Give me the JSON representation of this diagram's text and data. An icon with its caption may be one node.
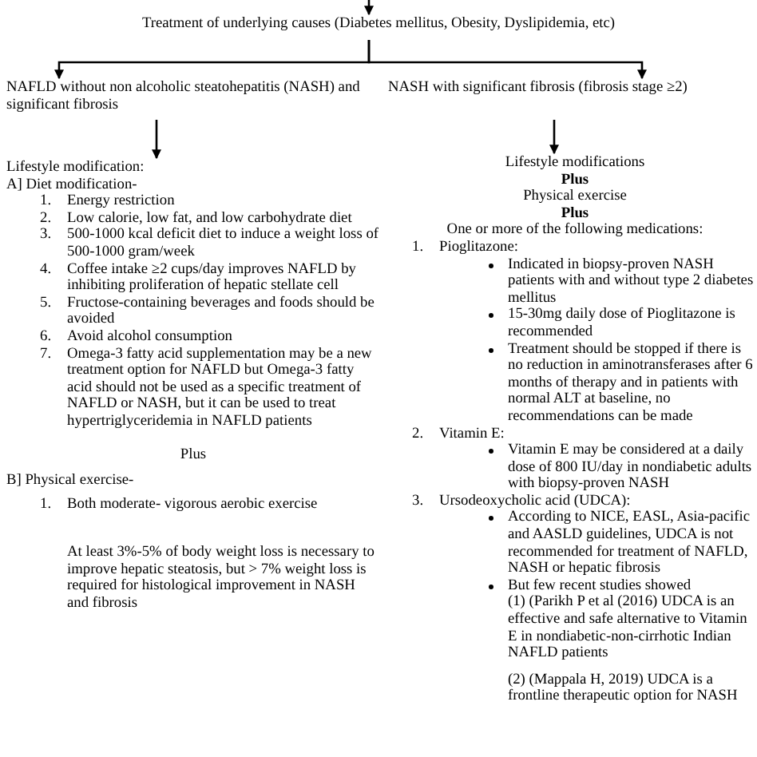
{
  "diagram": {
    "nodes": [
      {
        "text": [
          "Treatment of underlying causes (Diabetes mellitus, Obesity, Dyslipidemia, etc)"
        ]
      },
      {
        "text": [
          "NAFLD without non alcoholic steatohepatitis (NASH) and significant fibrosis"
        ]
      },
      {
        "text": [
          "NASH with significant fibrosis (fibrosis stage ≥2)"
        ]
      },
      {
        "text": [
          "Lifestyle modification:",
          "A] Diet modification-",
          "1. Energy restriction",
          "2. Low calorie, low fat, and low carbohydrate diet",
          "3. 500-1000 kcal deficit diet to induce a weight loss of 500-1000 gram/week",
          "4. Coffee intake ≥2 cups/day improves NAFLD by inhibiting proliferation of hepatic stellate cell",
          "5. Fructose-containing beverages and foods should be avoided",
          "6. Avoid alcohol consumption",
          "7. Omega-3 fatty acid supplementation may be a new treatment option for NAFLD but Omega-3 fatty acid should not be used as a specific treatment of NAFLD or NASH, but it can be used to treat hypertriglyceridemia in NAFLD patients",
          "Plus",
          "B] Physical exercise-",
          "1. Both moderate- vigorous aerobic exercise",
          "At least 3%-5% of body weight loss is necessary to improve hepatic steatosis, but > 7% weight loss is required for histological improvement in NASH and fibrosis"
        ]
      },
      {
        "text": [
          "Lifestyle modifications",
          "Plus",
          "Physical exercise",
          "Plus",
          "One or more of the following medications:",
          "1. Pioglitazone:",
          "Indicated in biopsy-proven NASH patients with and without type 2 diabetes mellitus",
          "15-30mg daily dose of Pioglitazone is recommended",
          "Treatment should be stopped if there is no reduction in aminotransferases after 6 months of therapy and in patients with normal ALT at baseline, no recommendations can be made",
          "2. Vitamin E:",
          "Vitamin E may be considered at a daily dose of 800 IU/day in nondiabetic adults with biopsy-proven NASH",
          "3. Ursodeoxycholic acid (UDCA):",
          "According to NICE, EASL, Asia-pacific and AASLD guidelines, UDCA is not recommended for treatment of NAFLD, NASH or hepatic fibrosis",
          "But few recent studies showed",
          "(1) (Parikh P et al (2016) UDCA is an effective and safe alternative to Vitamin E in nondiabetic-non-cirrhotic Indian NAFLD patients",
          "(2) (Mappala H, 2019) UDCA is a frontline therapeutic option for NASH"
        ]
      }
    ],
    "edges": [
      {
        "from": null,
        "to": 0,
        "arrow": "to"
      },
      {
        "from": 0,
        "to": 1,
        "arrow": "to"
      },
      {
        "from": 0,
        "to": 2,
        "arrow": "to"
      },
      {
        "from": 1,
        "to": 3,
        "arrow": "to"
      },
      {
        "from": 2,
        "to": 4,
        "arrow": "to"
      }
    ]
  }
}
